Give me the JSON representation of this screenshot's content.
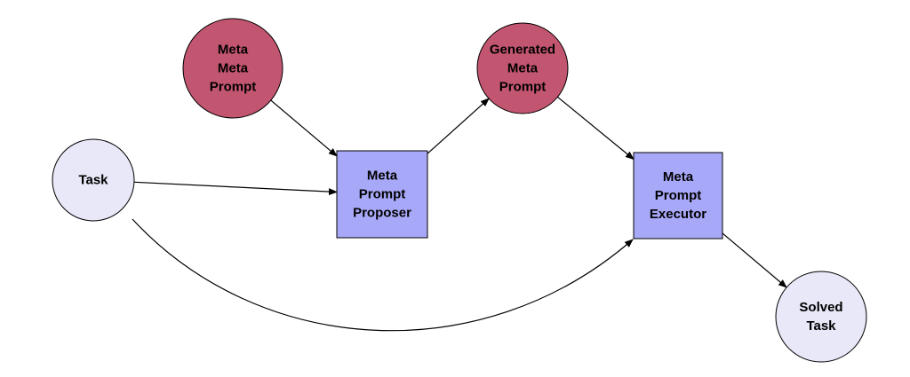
{
  "colors": {
    "meta_circle_fill": "#c2556f",
    "meta_circle_stroke": "#000000",
    "io_circle_fill": "#e8e8f8",
    "io_circle_stroke": "#000000",
    "process_box_fill": "#a8a8f8",
    "process_box_stroke": "#000000",
    "edge_color": "#000000"
  },
  "nodes": {
    "meta_meta_prompt": {
      "lines": [
        "Meta",
        "Meta",
        "Prompt"
      ],
      "shape": "circle",
      "style": "meta"
    },
    "task": {
      "lines": [
        "Task"
      ],
      "shape": "circle",
      "style": "io"
    },
    "meta_prompt_proposer": {
      "lines": [
        "Meta",
        "Prompt",
        "Proposer"
      ],
      "shape": "box",
      "style": "process"
    },
    "generated_meta_prompt": {
      "lines": [
        "Generated",
        "Meta",
        "Prompt"
      ],
      "shape": "circle",
      "style": "meta"
    },
    "meta_prompt_executor": {
      "lines": [
        "Meta",
        "Prompt",
        "Executor"
      ],
      "shape": "box",
      "style": "process"
    },
    "solved_task": {
      "lines": [
        "Solved",
        "Task"
      ],
      "shape": "circle",
      "style": "io"
    }
  },
  "edges": [
    {
      "from": "meta_meta_prompt",
      "to": "meta_prompt_proposer",
      "curved": false
    },
    {
      "from": "task",
      "to": "meta_prompt_proposer",
      "curved": false
    },
    {
      "from": "meta_prompt_proposer",
      "to": "generated_meta_prompt",
      "curved": false
    },
    {
      "from": "generated_meta_prompt",
      "to": "meta_prompt_executor",
      "curved": false
    },
    {
      "from": "task",
      "to": "meta_prompt_executor",
      "curved": true
    },
    {
      "from": "meta_prompt_executor",
      "to": "solved_task",
      "curved": false
    }
  ]
}
